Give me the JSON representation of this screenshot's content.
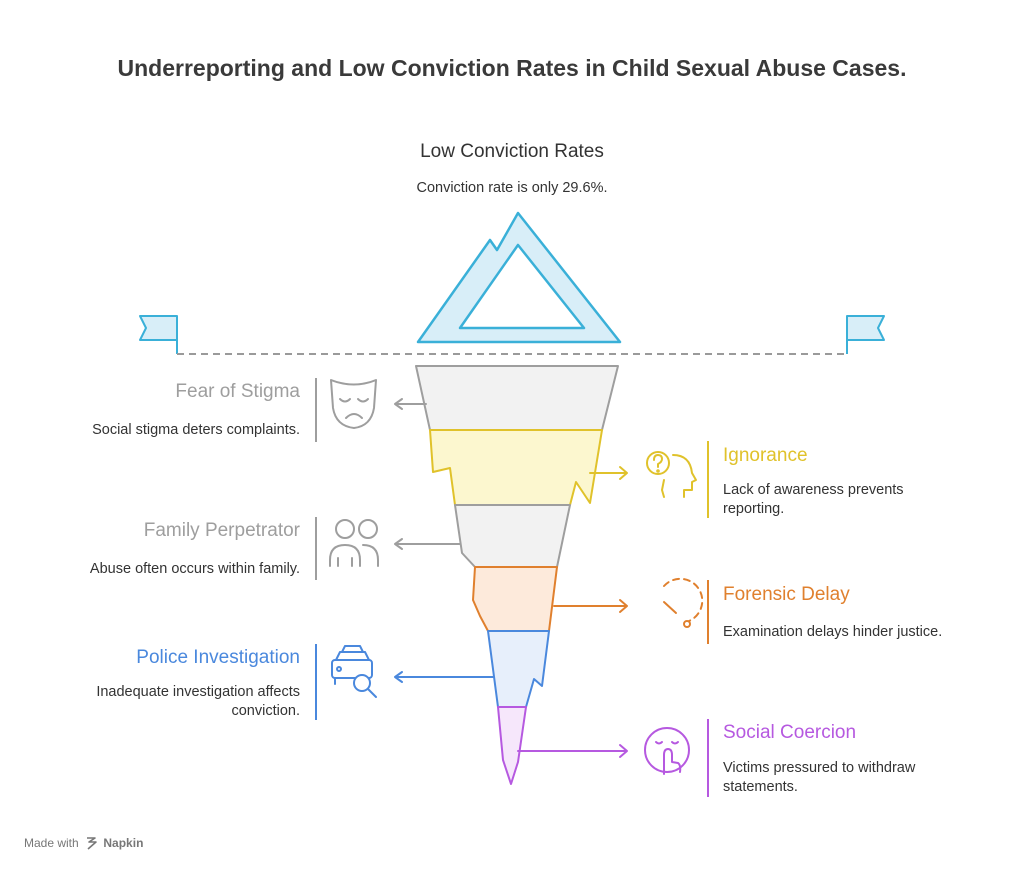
{
  "title": "Underreporting and Low Conviction Rates in Child Sexual Abuse Cases.",
  "top": {
    "heading": "Low Conviction Rates",
    "description": "Conviction rate is only 29.6%.",
    "icon": "mountain-peak-icon"
  },
  "items": [
    {
      "heading": "Fear of Stigma",
      "description": "Social stigma deters complaints.",
      "icon": "sad-mask-icon",
      "color": "#9e9e9e"
    },
    {
      "heading": "Ignorance",
      "description": "Lack of awareness prevents reporting.",
      "icon": "question-head-icon",
      "color": "#e0c22b"
    },
    {
      "heading": "Family Perpetrator",
      "description": "Abuse often occurs within family.",
      "icon": "family-icon",
      "color": "#9e9e9e"
    },
    {
      "heading": "Forensic Delay",
      "description": "Examination delays hinder justice.",
      "icon": "timer-icon",
      "color": "#e0802e"
    },
    {
      "heading": "Police Investigation",
      "description": "Inadequate investigation affects conviction.",
      "icon": "police-car-search-icon",
      "color": "#4a88dd"
    },
    {
      "heading": "Social Coercion",
      "description": "Victims pressured to withdraw statements.",
      "icon": "silence-gesture-icon",
      "color": "#b659e0"
    }
  ],
  "footer": {
    "prefix": "Made with",
    "brand": "Napkin"
  }
}
